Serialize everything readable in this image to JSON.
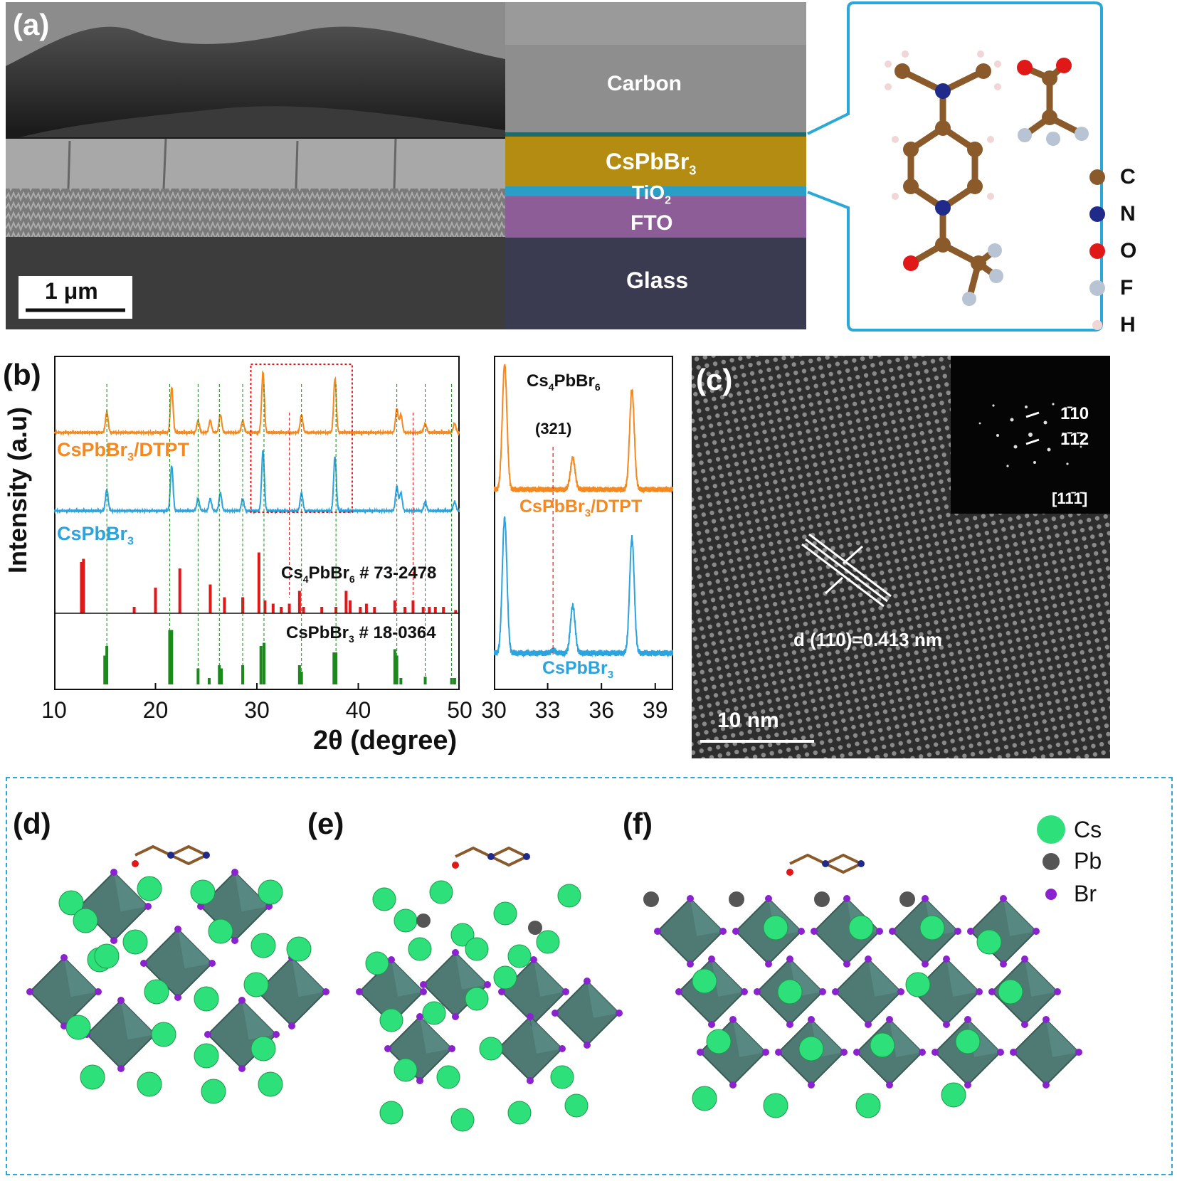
{
  "panel_a": {
    "label": "(a)",
    "scale_bar": "1 μm",
    "layers": {
      "carbon": "Carbon",
      "cspbbr3_main": "CsPbBr",
      "cspbbr3_sub": "3",
      "tio2_main": "TiO",
      "tio2_sub": "2",
      "fto": "FTO",
      "glass": "Glass"
    },
    "legend": [
      {
        "symbol": "C",
        "color": "#8a5a2b"
      },
      {
        "symbol": "N",
        "color": "#1f2a8a"
      },
      {
        "symbol": "O",
        "color": "#e01818"
      },
      {
        "symbol": "F",
        "color": "#b8c4d4"
      },
      {
        "symbol": "H",
        "color": "#f0d6d6"
      }
    ]
  },
  "panel_b": {
    "label": "(b)",
    "ylabel": "Intensity (a.u)",
    "xlabel": "2θ (degree)",
    "series_labels": {
      "dtpt_main": "CsPbBr",
      "dtpt_sub": "3",
      "dtpt_suffix": "/DTPT",
      "pristine_main": "CsPbBr",
      "pristine_sub": "3"
    },
    "refs": {
      "cs4_main": "Cs",
      "cs4_sub1": "4",
      "cs4_mid": "PbBr",
      "cs4_sub2": "6",
      "cs4_num": " # 73-2478",
      "cs_main": "CsPbBr",
      "cs_sub": "3",
      "cs_num": " # 18-0364"
    },
    "inset": {
      "title_main": "Cs",
      "title_sub1": "4",
      "title_mid": "PbBr",
      "title_sub2": "6",
      "peak_label": "(321)",
      "dtpt_main": "CsPbBr",
      "dtpt_sub": "3",
      "dtpt_suffix": "/DTPT",
      "pristine_main": "CsPbBr",
      "pristine_sub": "3"
    }
  },
  "panel_c": {
    "label": "(c)",
    "d_spacing": "d (110)=0.413 nm",
    "scale_bar": "10 nm",
    "fft_labels": [
      "1̄10",
      "1̄1̄2"
    ],
    "zone_axis": "[11̄1̄]"
  },
  "panel_def": {
    "labels": [
      "(d)",
      "(e)",
      "(f)"
    ],
    "legend": [
      {
        "symbol": "Cs",
        "color": "#2ee07a"
      },
      {
        "symbol": "Pb",
        "color": "#555555"
      },
      {
        "symbol": "Br",
        "color": "#8a22d0"
      }
    ]
  },
  "chart_data": [
    {
      "type": "line",
      "xlabel": "2θ (degree)",
      "ylabel": "Intensity (a.u)",
      "xlim": [
        10,
        50
      ],
      "xticks": [
        10,
        20,
        30,
        40,
        50
      ],
      "series": [
        {
          "name": "CsPbBr3/DTPT",
          "color": "#f5891f",
          "peaks": [
            [
              15.2,
              0.35
            ],
            [
              21.6,
              0.75
            ],
            [
              24.2,
              0.2
            ],
            [
              25.4,
              0.2
            ],
            [
              26.4,
              0.3
            ],
            [
              28.6,
              0.2
            ],
            [
              30.6,
              1.0
            ],
            [
              34.4,
              0.3
            ],
            [
              37.7,
              0.9
            ],
            [
              43.8,
              0.4
            ],
            [
              44.2,
              0.3
            ],
            [
              46.6,
              0.15
            ],
            [
              49.5,
              0.15
            ]
          ]
        },
        {
          "name": "CsPbBr3",
          "color": "#2ba3df",
          "peaks": [
            [
              15.2,
              0.35
            ],
            [
              21.6,
              0.75
            ],
            [
              24.2,
              0.2
            ],
            [
              25.4,
              0.2
            ],
            [
              26.4,
              0.3
            ],
            [
              28.6,
              0.2
            ],
            [
              30.6,
              1.0
            ],
            [
              34.4,
              0.3
            ],
            [
              37.7,
              0.9
            ],
            [
              43.8,
              0.4
            ],
            [
              44.2,
              0.3
            ],
            [
              46.6,
              0.15
            ],
            [
              49.5,
              0.15
            ]
          ]
        },
        {
          "name": "Cs4PbBr6 # 73-2478",
          "color": "#e01818",
          "sticks": [
            [
              12.7,
              0.8
            ],
            [
              12.9,
              0.85
            ],
            [
              17.9,
              0.1
            ],
            [
              20.0,
              0.4
            ],
            [
              22.4,
              0.7
            ],
            [
              25.4,
              0.45
            ],
            [
              26.8,
              0.25
            ],
            [
              28.6,
              0.25
            ],
            [
              30.2,
              0.95
            ],
            [
              30.8,
              0.2
            ],
            [
              31.6,
              0.15
            ],
            [
              32.4,
              0.1
            ],
            [
              33.2,
              0.15
            ],
            [
              34.2,
              0.35
            ],
            [
              34.6,
              0.1
            ],
            [
              36.4,
              0.1
            ],
            [
              37.8,
              0.1
            ],
            [
              38.8,
              0.35
            ],
            [
              39.2,
              0.2
            ],
            [
              40.2,
              0.1
            ],
            [
              40.8,
              0.15
            ],
            [
              41.6,
              0.1
            ],
            [
              43.6,
              0.2
            ],
            [
              44.6,
              0.1
            ],
            [
              45.4,
              0.2
            ],
            [
              46.4,
              0.1
            ],
            [
              47.0,
              0.1
            ],
            [
              47.6,
              0.1
            ],
            [
              48.4,
              0.1
            ],
            [
              49.6,
              0.05
            ]
          ]
        },
        {
          "name": "CsPbBr3 # 18-0364",
          "color": "#1a8a1a",
          "sticks": [
            [
              15.0,
              0.45
            ],
            [
              15.2,
              0.6
            ],
            [
              21.4,
              0.85
            ],
            [
              21.6,
              0.85
            ],
            [
              24.2,
              0.25
            ],
            [
              25.3,
              0.1
            ],
            [
              26.3,
              0.3
            ],
            [
              26.5,
              0.25
            ],
            [
              28.6,
              0.3
            ],
            [
              30.4,
              0.6
            ],
            [
              30.7,
              0.65
            ],
            [
              34.2,
              0.3
            ],
            [
              34.4,
              0.2
            ],
            [
              37.6,
              0.5
            ],
            [
              37.8,
              0.5
            ],
            [
              43.6,
              0.55
            ],
            [
              43.8,
              0.45
            ],
            [
              44.2,
              0.1
            ],
            [
              46.6,
              0.12
            ],
            [
              49.2,
              0.1
            ],
            [
              49.5,
              0.1
            ]
          ]
        }
      ]
    },
    {
      "type": "line",
      "xlim": [
        30,
        40
      ],
      "xticks": [
        30,
        33,
        36,
        39
      ],
      "annotations": [
        "(321)"
      ],
      "series": [
        {
          "name": "CsPbBr3/DTPT",
          "color": "#f5891f",
          "peaks": [
            [
              30.6,
              1.0
            ],
            [
              34.4,
              0.25
            ],
            [
              37.7,
              0.8
            ]
          ]
        },
        {
          "name": "CsPbBr3",
          "color": "#2ba3df",
          "peaks": [
            [
              30.6,
              1.0
            ],
            [
              33.3,
              0.02
            ],
            [
              34.4,
              0.35
            ],
            [
              37.7,
              0.85
            ]
          ]
        }
      ]
    }
  ]
}
